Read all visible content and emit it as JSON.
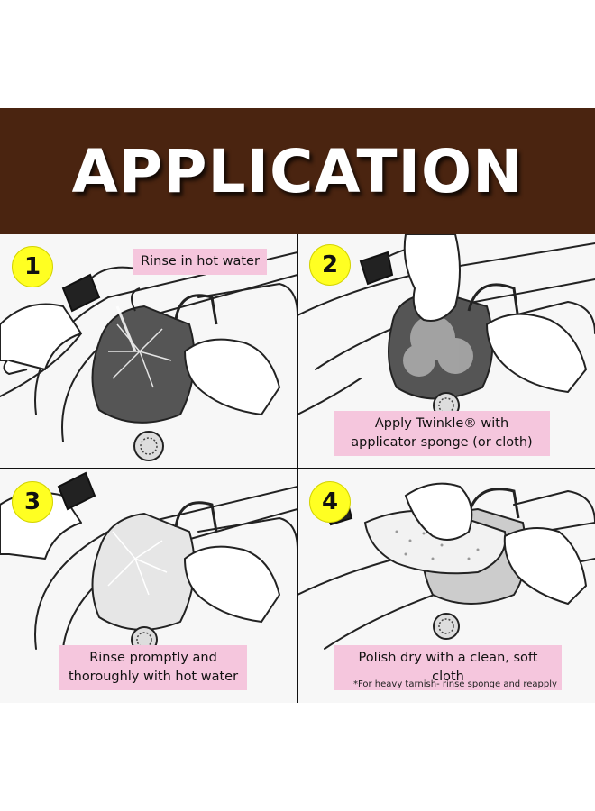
{
  "banner": {
    "title": "APPLICATION",
    "background": "#4a2410"
  },
  "steps": [
    {
      "number": "1",
      "caption": "Rinse in hot water"
    },
    {
      "number": "2",
      "caption": "Apply Twinkle® with applicator sponge (or cloth)"
    },
    {
      "number": "3",
      "caption": "Rinse promptly and thoroughly with hot water"
    },
    {
      "number": "4",
      "caption": "Polish dry with a clean, soft cloth"
    }
  ],
  "footnote": "*For heavy tarnish- rinse sponge and reapply",
  "colors": {
    "badge": "#ffff22",
    "caption_bg": "#f5c6dd"
  }
}
